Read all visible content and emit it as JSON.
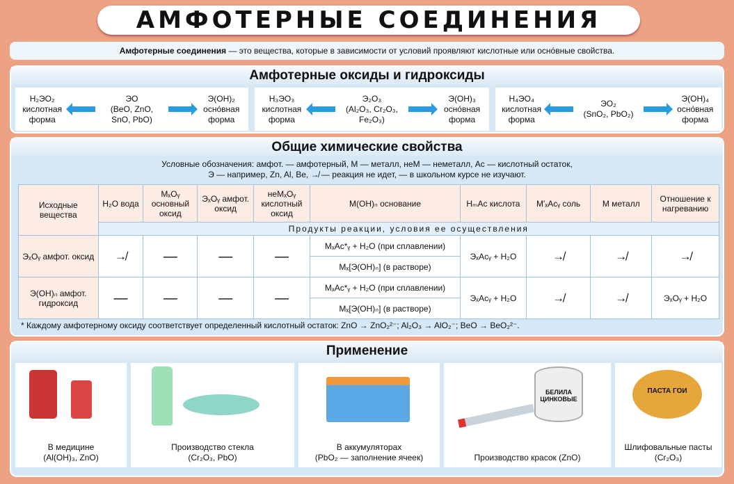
{
  "title": "АМФОТЕРНЫЕ СОЕДИНЕНИЯ",
  "definition": {
    "term": "Амфотерные соединения",
    "text": " — это вещества, которые в зависимости от условий проявляют кислотные или осно́вные свойства."
  },
  "oxides": {
    "heading": "Амфотерные оксиды и гидроксиды",
    "groups": [
      {
        "acid": "H₂ЭО₂",
        "acid_label": "кислотная форма",
        "oxide": "ЭО",
        "examples": "(BeO, ZnO, SnO, PbO)",
        "base": "Э(OH)₂",
        "base_label": "осно́вная форма"
      },
      {
        "acid": "H₃ЭО₃",
        "acid_label": "кислотная форма",
        "oxide": "Э₂O₃",
        "examples": "(Al₂O₃, Cr₂O₃, Fe₂O₃)",
        "base": "Э(OH)₃",
        "base_label": "осно́вная форма"
      },
      {
        "acid": "H₄ЭО₄",
        "acid_label": "кислотная форма",
        "oxide": "ЭО₂",
        "examples": "(SnO₂, PbO₂)",
        "base": "Э(OH)₄",
        "base_label": "осно́вная форма"
      }
    ]
  },
  "props": {
    "heading": "Общие химические свойства",
    "legend1": "Условные обозначения: амфот. — амфотерный, М — металл, неМ — неметалл, Ас — кислотный остаток,",
    "legend2": "Э — например, Zn, Al, Be, ↛ — реакция не идет, — в школьном курсе не изучают.",
    "headers": [
      "Исходные вещества",
      "H₂O вода",
      "MₓOᵧ основный оксид",
      "ЭₓOᵧ амфот. оксид",
      "неMₓOᵧ кислотный оксид",
      "M(OH)ₙ основание",
      "HₘAc кислота",
      "M'ₓAcᵧ соль",
      "M металл",
      "Отношение к нагреванию"
    ],
    "subheader": "Продукты реакции, условия ее осуществления",
    "rows": [
      {
        "name": "ЭₓOᵧ амфот. оксид",
        "cells": [
          "↛",
          "—",
          "—",
          "—"
        ],
        "base1": "MₓAc*ᵧ + H₂O (при сплавлении)",
        "base2": "Mₓ[Э(OH)ₙ] (в растворе)",
        "acid": "ЭₓAcᵧ + H₂O",
        "rest": [
          "↛",
          "↛",
          "↛"
        ]
      },
      {
        "name": "Э(OH)ₙ амфот. гидроксид",
        "cells": [
          "—",
          "—",
          "—",
          "—"
        ],
        "base1": "MₓAc*ᵧ + H₂O (при сплавлении)",
        "base2": "Mₓ[Э(OH)ₙ] (в растворе)",
        "acid": "ЭₓAcᵧ + H₂O",
        "rest": [
          "↛",
          "↛",
          "ЭₓOᵧ + H₂O"
        ]
      }
    ],
    "footnote": "* Каждому амфотерному оксиду соответствует определенный кислотный остаток: ZnO → ZnO₂²⁻; Al₂O₃ → AlO₂⁻; BeO → BeO₂²⁻."
  },
  "uses": {
    "heading": "Применение",
    "items": [
      {
        "label": "В медицине",
        "detail": "(Al(OH)₃, ZnO)",
        "icon": "medicine-bottles"
      },
      {
        "label": "Производство стекла",
        "detail": "(Cr₂O₃, PbO)",
        "icon": "glassware"
      },
      {
        "label": "В аккумуляторах",
        "detail": "(PbO₂ — заполнение ячеек)",
        "icon": "battery"
      },
      {
        "label": "Производство красок (ZnO)",
        "detail": "",
        "icon": "paint-tubes",
        "can_text": "БЕЛИЛА ЦИНКОВЫЕ"
      },
      {
        "label": "Шлифовальные пасты",
        "detail": "(Cr₂O₃)",
        "icon": "polishing-paste",
        "tin_text": "ПАСТА ГОИ"
      }
    ]
  }
}
